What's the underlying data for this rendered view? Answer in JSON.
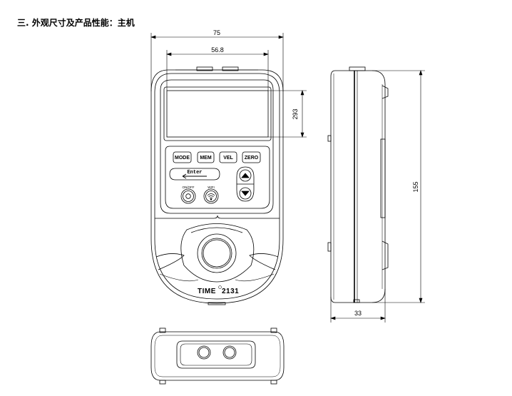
{
  "heading": "三. 外观尺寸及产品性能：主机",
  "dimensions": {
    "front_width": "75",
    "screen_width": "56.8",
    "screen_height": "293",
    "side_height": "155",
    "side_depth": "33"
  },
  "buttons": {
    "mode": "MODE",
    "mem": "MEM",
    "vel": "VEL",
    "zero": "ZERO",
    "enter": "Enter",
    "on_off": "ON/OFF",
    "wifi": "WIFI"
  },
  "brand": {
    "name": "TIME",
    "model": "2131"
  },
  "icons": [
    "enter-arrow-icon",
    "up-arrow-icon",
    "down-arrow-icon",
    "power-icon",
    "wifi-icon"
  ]
}
